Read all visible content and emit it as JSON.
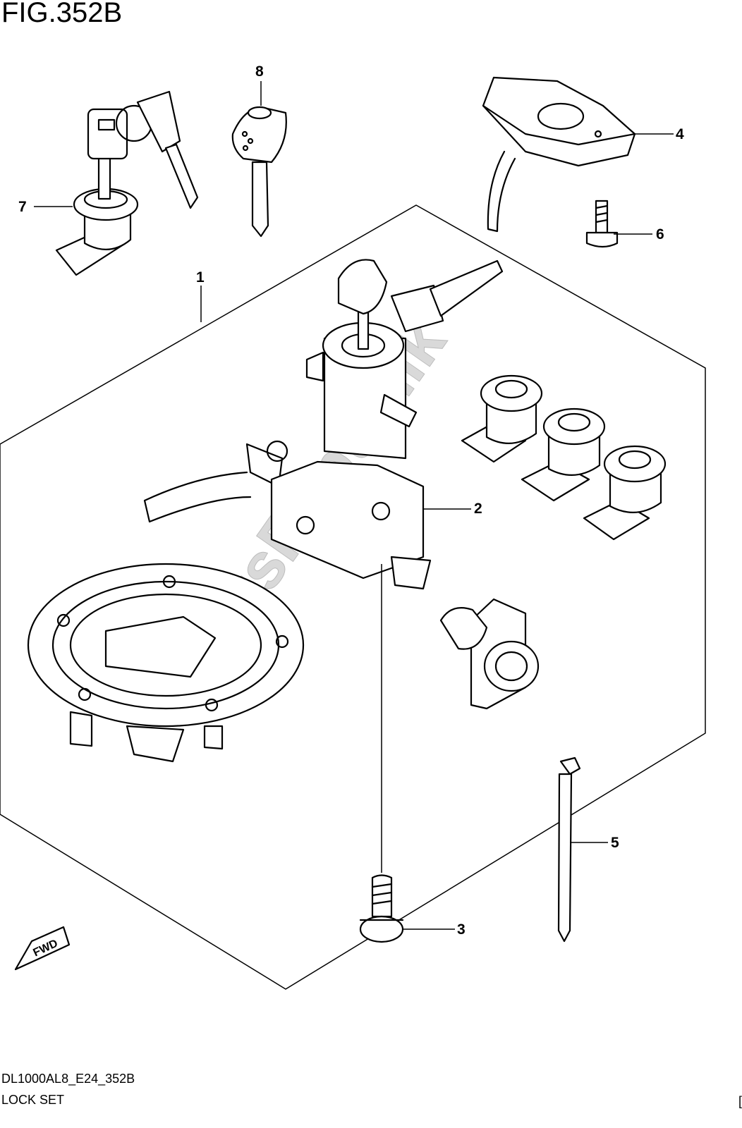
{
  "figure": {
    "title": "FIG.352B",
    "code": "DL1000AL8_E24_352B",
    "description": "LOCK SET",
    "corner_mark": "["
  },
  "watermark": "PartsRepublik",
  "direction_badge": "FWD",
  "callouts": [
    {
      "id": "1",
      "label": "1"
    },
    {
      "id": "2",
      "label": "2"
    },
    {
      "id": "3",
      "label": "3"
    },
    {
      "id": "4",
      "label": "4"
    },
    {
      "id": "5",
      "label": "5"
    },
    {
      "id": "6",
      "label": "6"
    },
    {
      "id": "7",
      "label": "7"
    },
    {
      "id": "8",
      "label": "8"
    }
  ]
}
